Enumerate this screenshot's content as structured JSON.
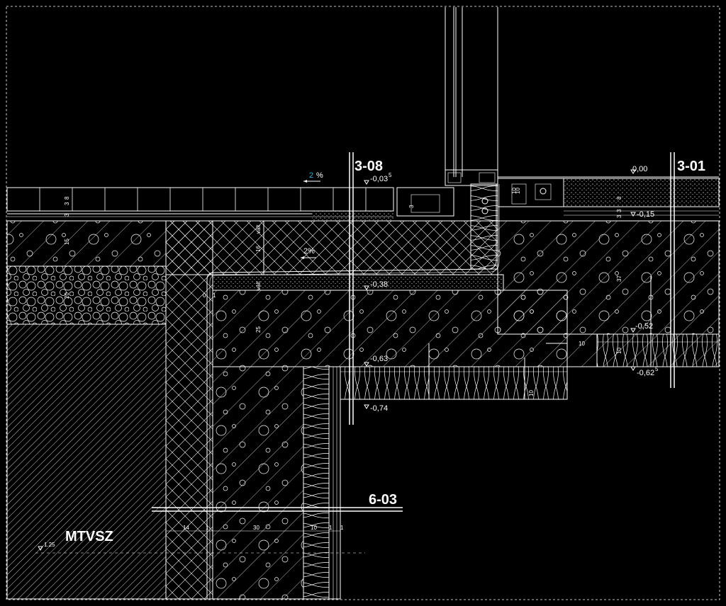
{
  "section_marks": {
    "s1": "3-08",
    "s2": "3-01",
    "s3": "6-03"
  },
  "material_label": "MTVSZ",
  "slopes": {
    "top_value": "2",
    "top_unit": "%",
    "mid": "2%"
  },
  "levels": {
    "l1": "-0,03",
    "l1_sup": "5",
    "l2": "0,00",
    "l3": "-0,15",
    "l4": "-0,38",
    "l5": "-0,52",
    "l6": "-0,62",
    "l6_sup": "5",
    "l7": "-0,63",
    "l8": "-0,74",
    "l9": "1.25"
  },
  "dimensions": {
    "bottom": [
      "14",
      "1",
      "30",
      "10",
      "1",
      "1"
    ],
    "left_vertical": [
      "3",
      "8",
      "3",
      "15",
      "20"
    ],
    "mid_vertical": [
      "16",
      "25",
      "10",
      "3",
      "vált",
      "vált"
    ],
    "right_vertical": [
      "37",
      "8",
      "3",
      "3",
      "10"
    ],
    "misc": [
      "10",
      "10",
      "10",
      "1",
      "0"
    ]
  },
  "colors": {
    "background": "#000000",
    "lines": "#ffffff",
    "slope_accent": "#2bb3d6"
  }
}
